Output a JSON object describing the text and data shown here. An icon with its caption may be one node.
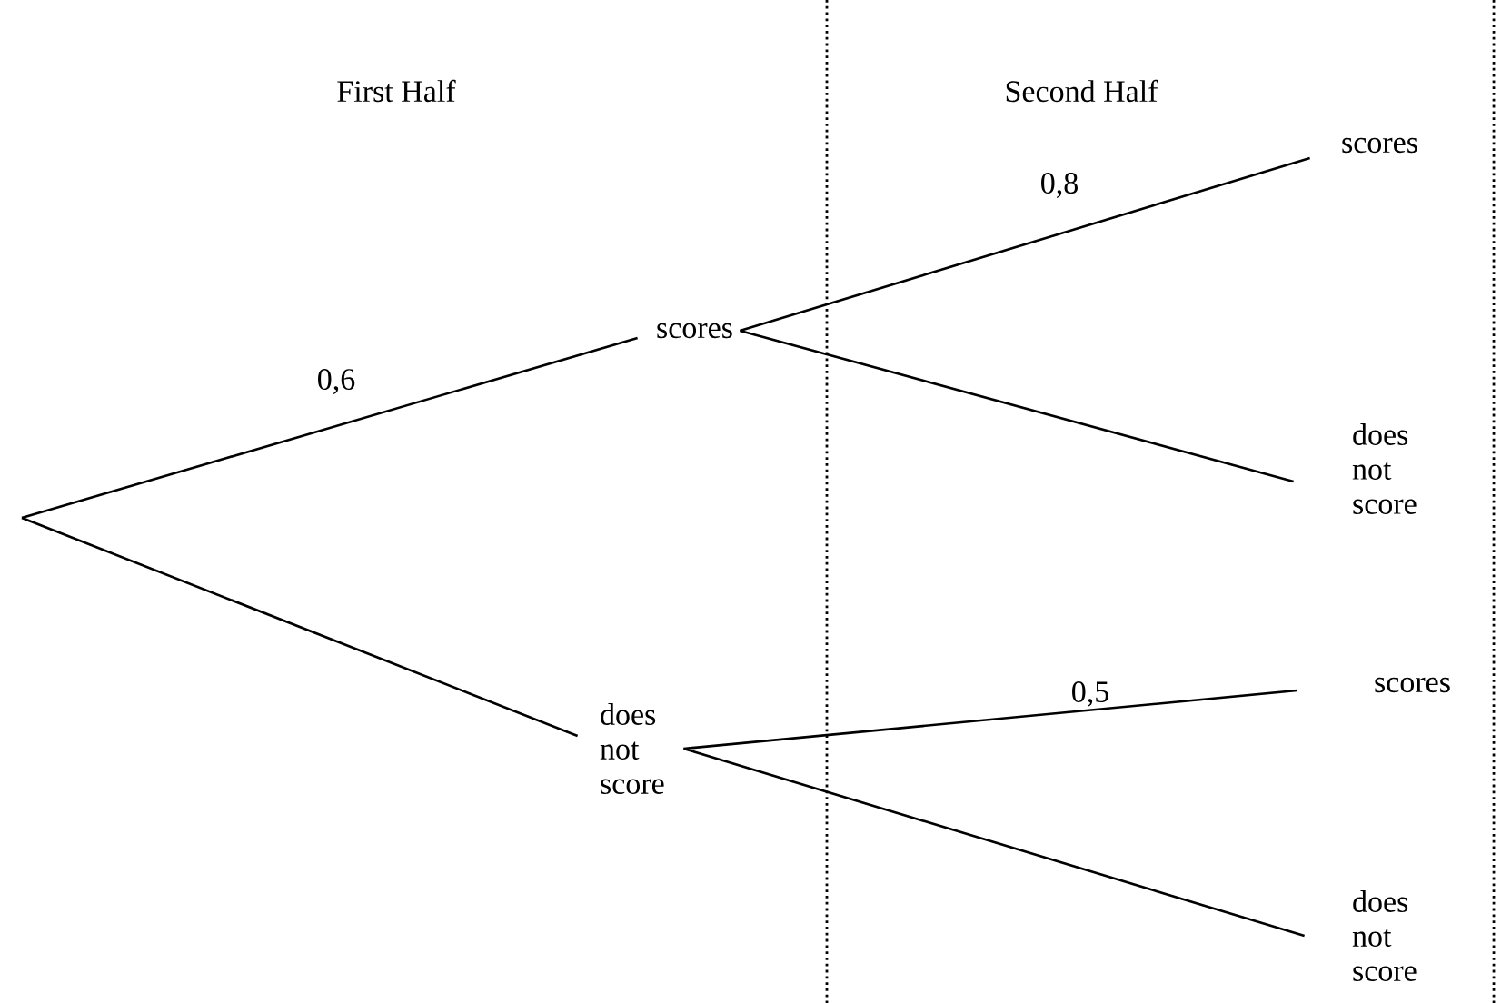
{
  "diagram": {
    "nodes": [
      {
        "text": [
          "scores"
        ]
      },
      {
        "text": [
          "does not score"
        ]
      },
      {
        "text": [
          "scores"
        ]
      },
      {
        "text": [
          "does not score"
        ]
      },
      {
        "text": [
          "scores"
        ]
      },
      {
        "text": [
          "does not score"
        ]
      }
    ],
    "edges": [
      {
        "from": null,
        "to": 0,
        "arrow": "none",
        "label": "0,6"
      },
      {
        "from": null,
        "to": 1,
        "arrow": "none"
      },
      {
        "from": 0,
        "to": 2,
        "arrow": "none",
        "label": "0,8"
      },
      {
        "from": 0,
        "to": 3,
        "arrow": "none"
      },
      {
        "from": 1,
        "to": 4,
        "arrow": "none",
        "label": "0,5"
      },
      {
        "from": 1,
        "to": 5,
        "arrow": "none"
      }
    ],
    "labels": [
      "First Half",
      "Second Half"
    ]
  }
}
